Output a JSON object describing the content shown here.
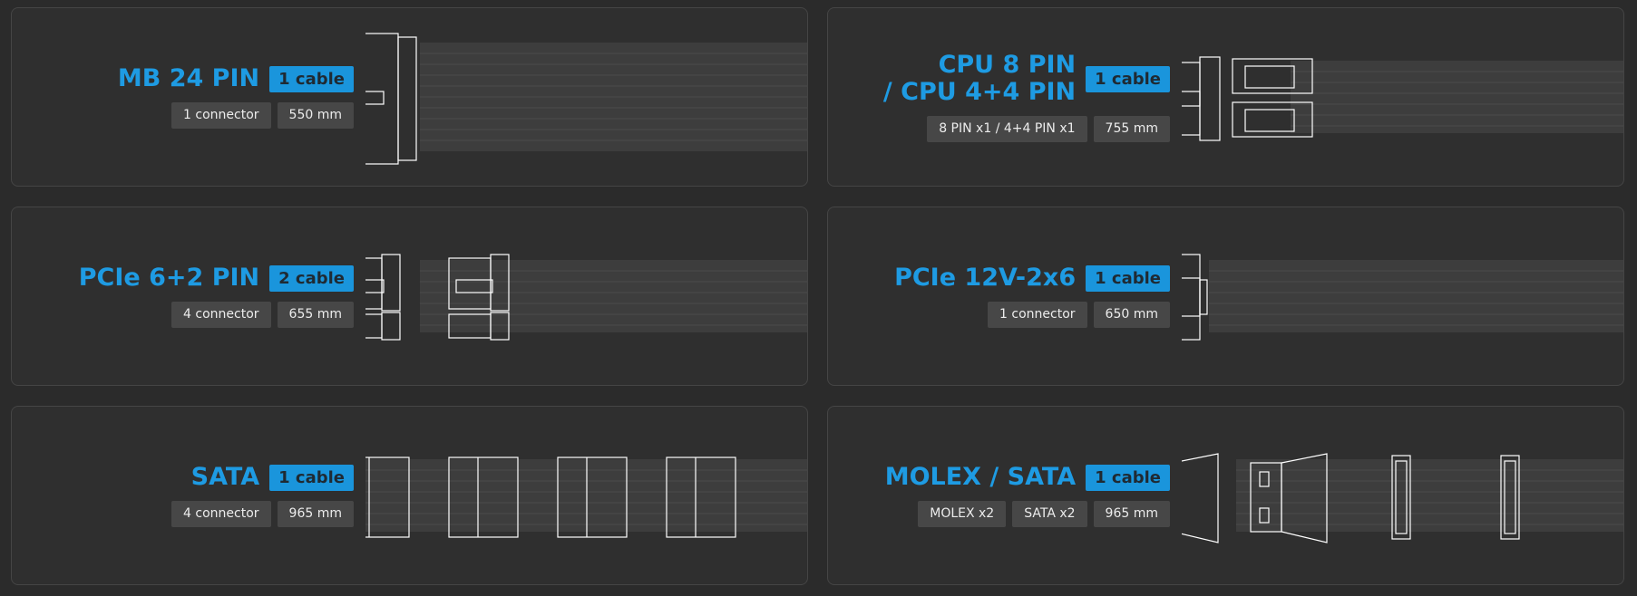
{
  "cables": [
    {
      "title": "MB 24 PIN",
      "badge": "1 cable",
      "tags": [
        "1 connector",
        "550 mm"
      ],
      "connector_icon": "mb-24pin-connector-icon"
    },
    {
      "title": "CPU 8 PIN\n/ CPU 4+4 PIN",
      "badge": "1 cable",
      "tags": [
        "8 PIN x1 / 4+4 PIN x1",
        "755 mm"
      ],
      "connector_icon": "cpu-8pin-connector-icon"
    },
    {
      "title": "PCIe 6+2 PIN",
      "badge": "2 cable",
      "tags": [
        "4 connector",
        "655 mm"
      ],
      "connector_icon": "pcie-6plus2-connector-icon"
    },
    {
      "title": "PCIe 12V-2x6",
      "badge": "1 cable",
      "tags": [
        "1 connector",
        "650 mm"
      ],
      "connector_icon": "pcie-12v-2x6-connector-icon"
    },
    {
      "title": "SATA",
      "badge": "1 cable",
      "tags": [
        "4 connector",
        "965 mm"
      ],
      "connector_icon": "sata-connector-icon"
    },
    {
      "title": "MOLEX / SATA",
      "badge": "1 cable",
      "tags": [
        "MOLEX x2",
        "SATA x2",
        "965 mm"
      ],
      "connector_icon": "molex-sata-connector-icon"
    }
  ],
  "colors": {
    "accent": "#1e9be3",
    "card": "#2f2f2f",
    "tag": "#474747",
    "line": "#ffffff"
  }
}
